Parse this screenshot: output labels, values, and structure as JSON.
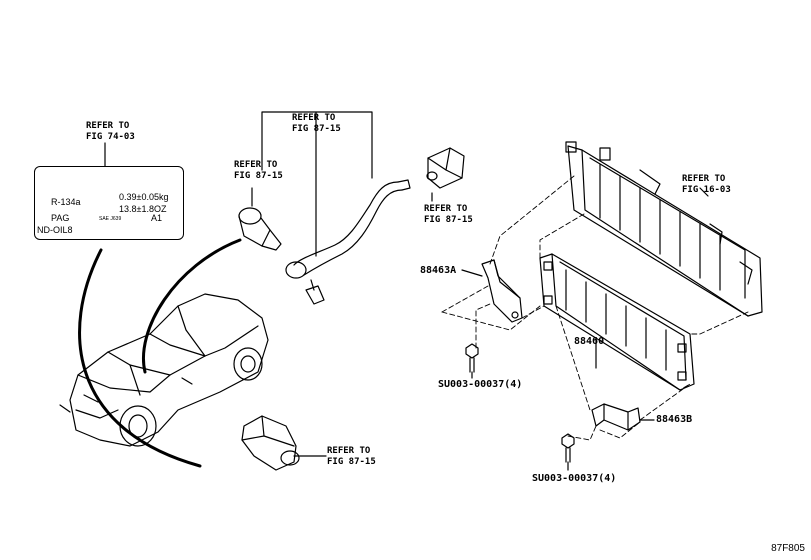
{
  "refs": {
    "fig74": [
      "REFER TO",
      "FIG 74-03"
    ],
    "fig87_top": [
      "REFER TO",
      "FIG 87-15"
    ],
    "fig87_left": [
      "REFER TO",
      "FIG 87-15"
    ],
    "fig87_right": [
      "REFER TO",
      "FIG 87-15"
    ],
    "fig16": [
      "REFER TO",
      "FIG 16-03"
    ],
    "fig87_bottom": [
      "REFER TO",
      "FIG 87-15"
    ]
  },
  "label_plate": {
    "refrigerant": "R-134a",
    "amount_kg": "0.39±0.05kg",
    "amount_oz": "13.8±1.8OZ",
    "oil_type": "PAG",
    "standard": "SAE J639",
    "grade": "A1",
    "oil_name": "ND-OIL8"
  },
  "parts": {
    "bracket_a": "88463A",
    "condenser": "88460",
    "bracket_b": "88463B",
    "bolt_top": "SU003-00037(4)",
    "bolt_bottom": "SU003-00037(4)"
  },
  "figure_code": "87F805"
}
